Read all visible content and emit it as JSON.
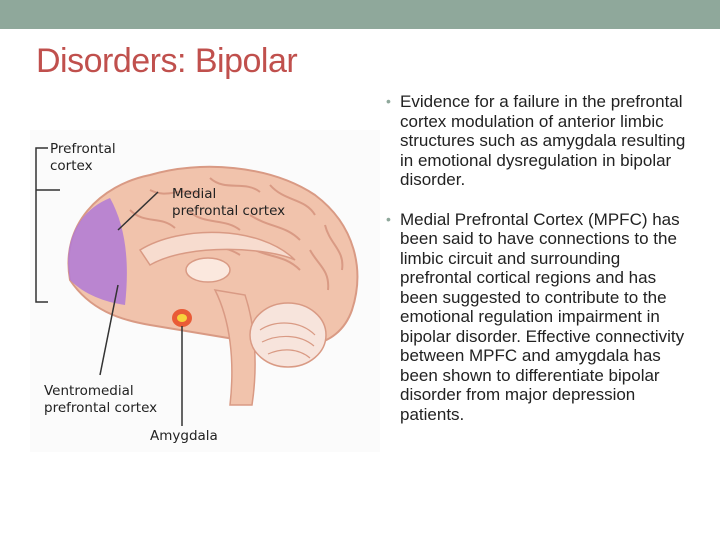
{
  "slide": {
    "title": "Disorders: Bipolar"
  },
  "figure": {
    "labels": {
      "prefrontal_line1": "Prefrontal",
      "prefrontal_line2": "cortex",
      "medial_line1": "Medial",
      "medial_line2": "prefrontal cortex",
      "ventromedial_line1": "Ventromedial",
      "ventromedial_line2": "prefrontal cortex",
      "amygdala": "Amygdala"
    },
    "colors": {
      "brain": "#f1c3ac",
      "brain_fold": "#d99a84",
      "prefrontal_highlight": "#b07ad6",
      "amygdala": "#e8502a"
    }
  },
  "bullets": [
    "Evidence for a failure in the prefrontal cortex modulation of anterior limbic structures such as amygdala resulting in emotional dysregulation in bipolar disorder.",
    "Medial Prefrontal Cortex (MPFC) has been said to have connections to the limbic circuit and surrounding prefrontal cortical regions and has been suggested to contribute to the emotional regulation impairment in bipolar disorder. Effective connectivity between MPFC and amygdala has been shown to differentiate bipolar disorder from major depression patients."
  ]
}
